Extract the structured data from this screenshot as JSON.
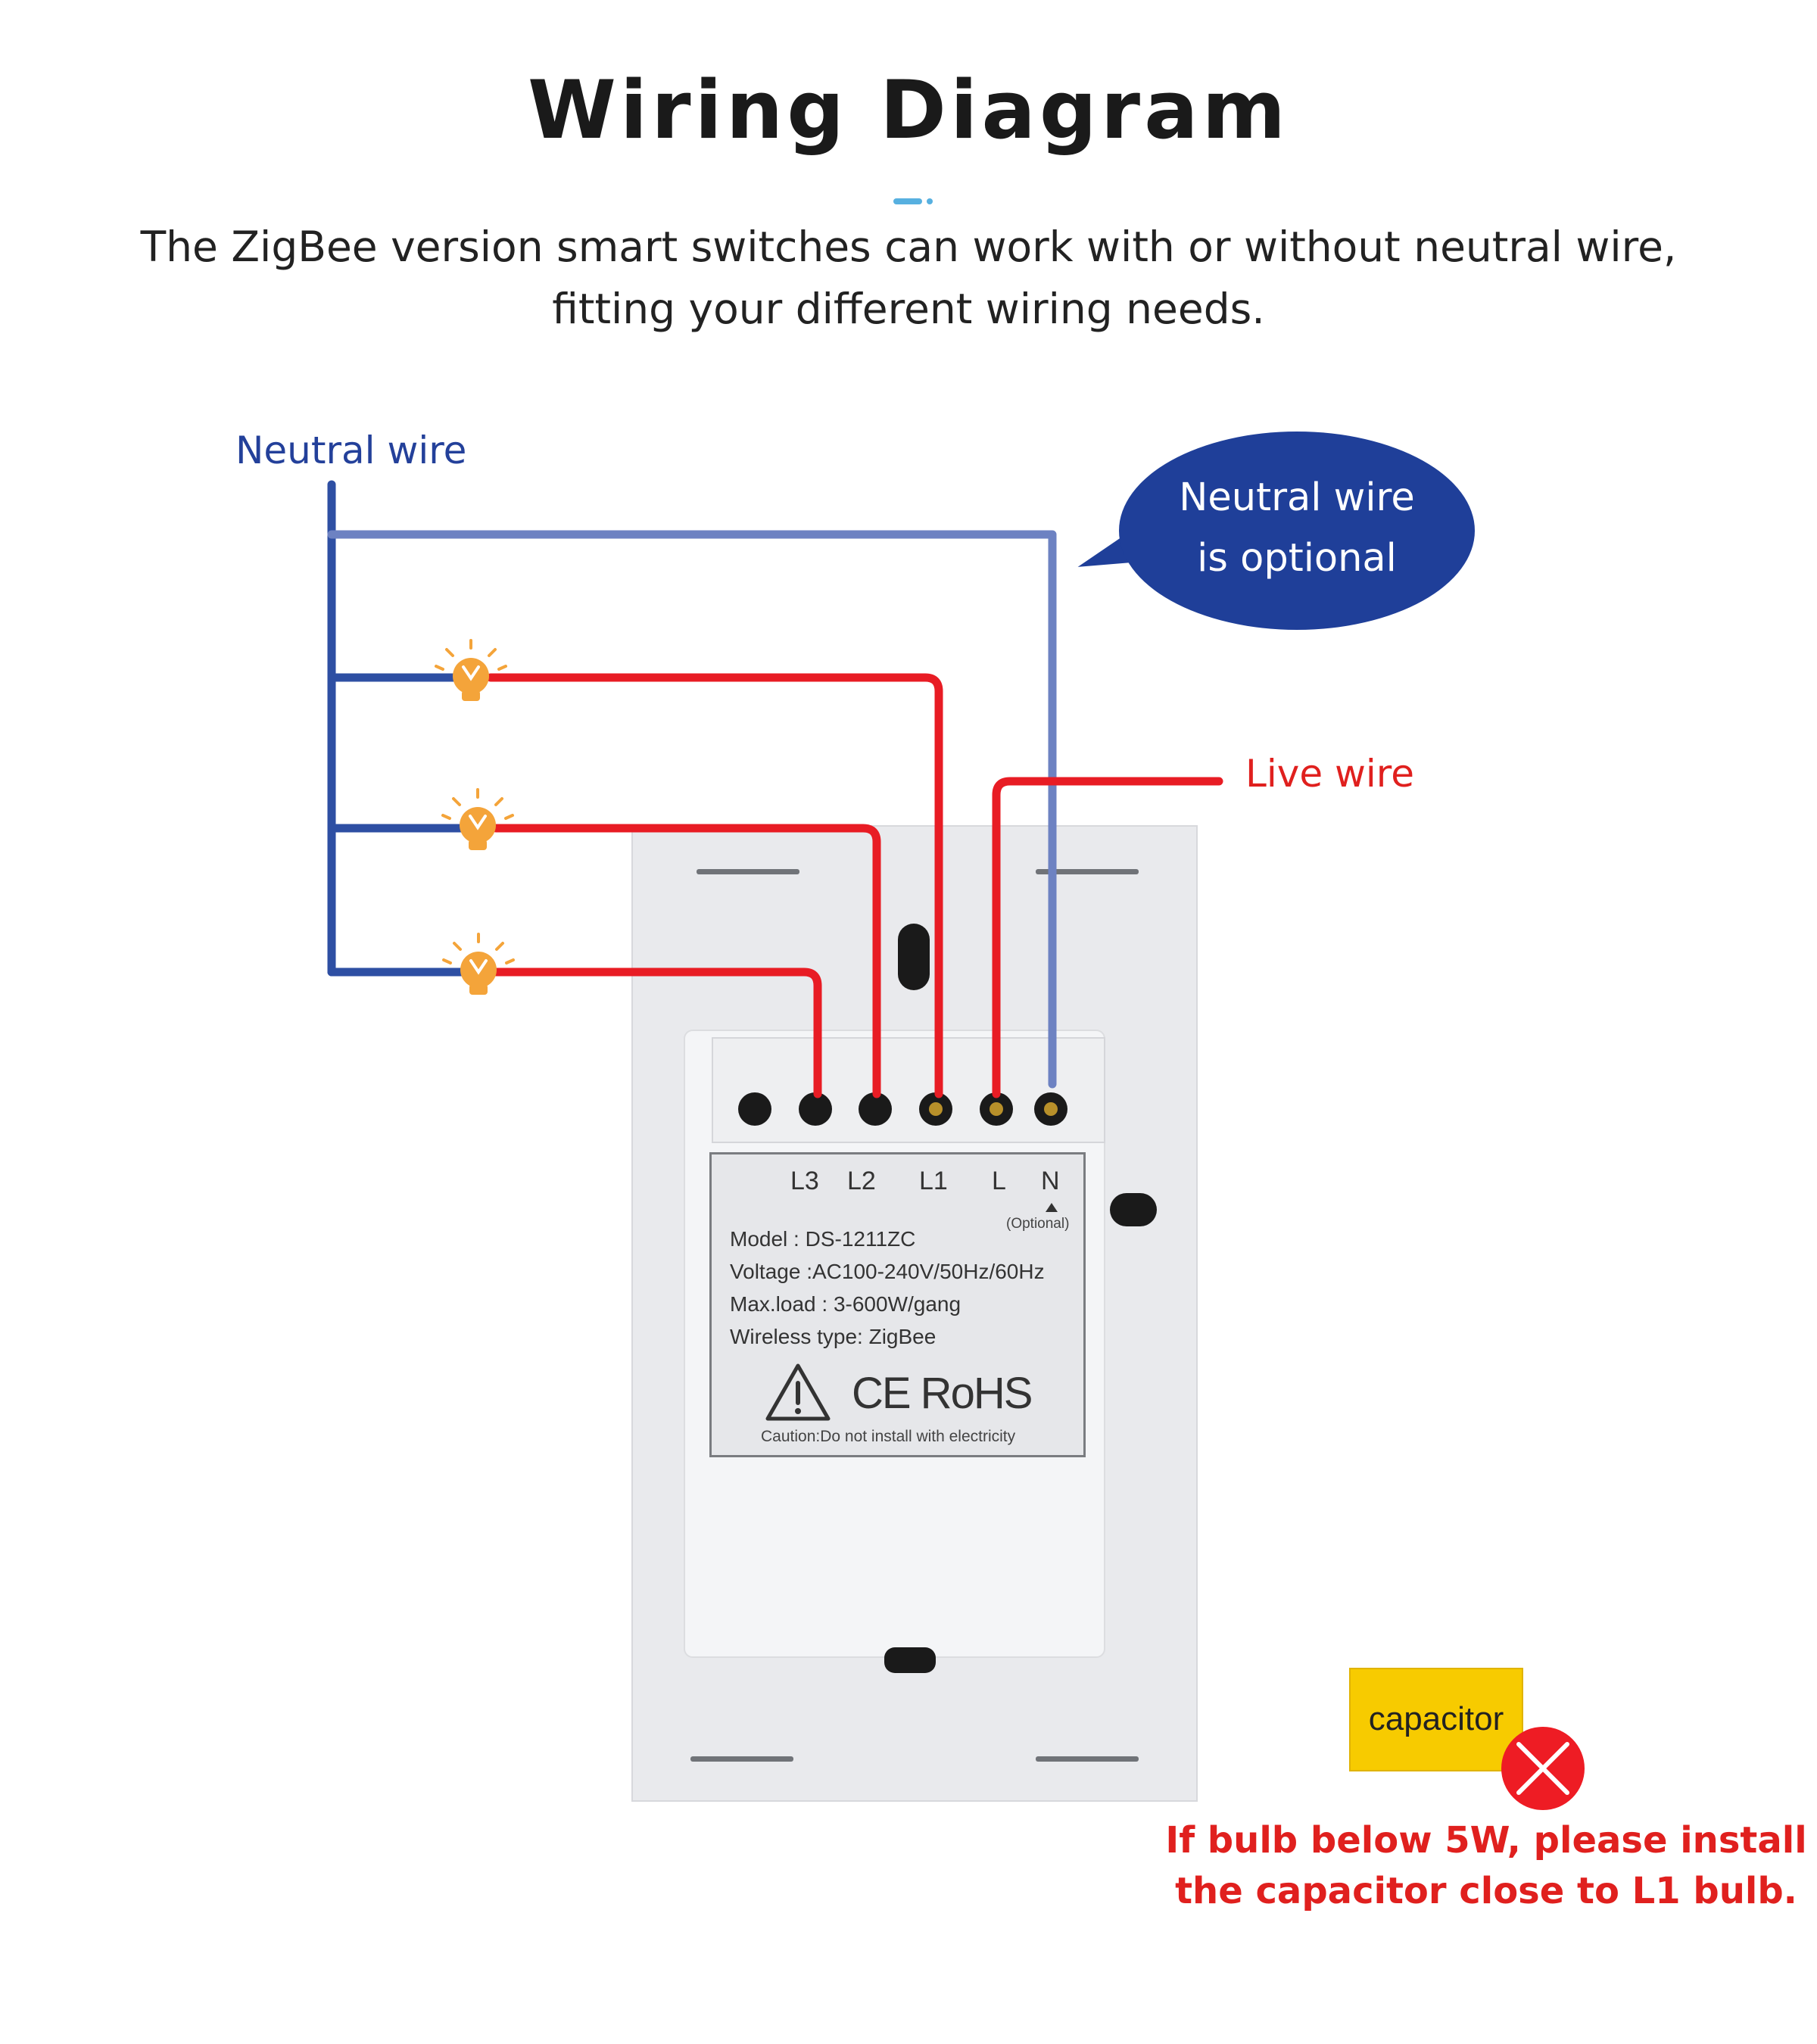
{
  "title": "Wiring Diagram",
  "subtitle": {
    "line1": "The ZigBee version smart switches can work with or without neutral wire,",
    "line2": "fitting your different wiring needs."
  },
  "labels": {
    "neutral_wire": "Neutral wire",
    "live_wire": "Live wire"
  },
  "bubble": {
    "line1": "Neutral wire",
    "line2": "is optional"
  },
  "terminals": [
    "L3",
    "L2",
    "L1",
    "L",
    "N"
  ],
  "optional_label": "(Optional)",
  "module_specs": {
    "model": "Model : DS-1211ZC",
    "voltage": "Voltage :AC100-240V/50Hz/60Hz",
    "max_load": "Max.load : 3-600W/gang",
    "wireless": "Wireless type: ZigBee",
    "certifications": "CE RoHS",
    "caution": "Caution:Do not install with electricity"
  },
  "capacitor_label": "capacitor",
  "note": {
    "line1": "If bulb below 5W, please install",
    "line2": "the capacitor close to L1 bulb."
  },
  "colors": {
    "neutral": "#2e4fa3",
    "live": "#e81c24",
    "bulb": "#f4a43a",
    "bubble": "#1f3f99",
    "capacitor": "#f7cb00"
  }
}
